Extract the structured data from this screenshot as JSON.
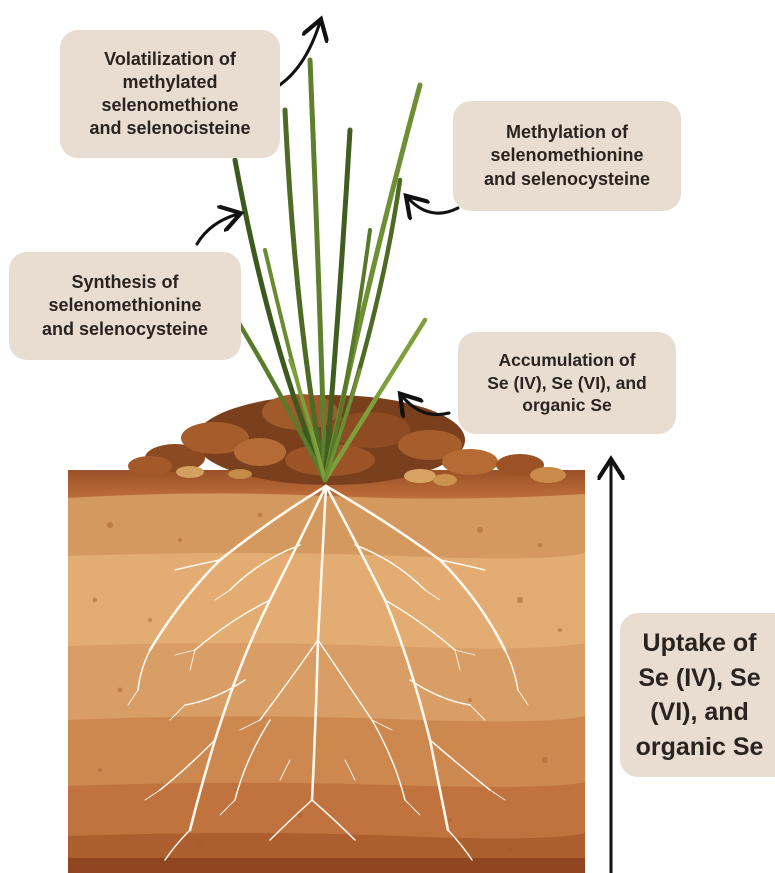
{
  "labels": {
    "volatilization": [
      "Volatilization of",
      "methylated",
      "selenomethione",
      "and selenocisteine"
    ],
    "methylation": [
      "Methylation of",
      "selenomethionine",
      "and selenocysteine"
    ],
    "synthesis": [
      "Synthesis of",
      "selenomethionine",
      "and selenocysteine"
    ],
    "accumulation": [
      "Accumulation of",
      "Se (IV), Se (VI), and",
      "organic Se"
    ],
    "uptake": [
      "Uptake of",
      "Se (IV), Se",
      "(VI), and",
      "organic Se"
    ]
  },
  "colors": {
    "label_background": "#e9ddd2",
    "label_text": "#2a2420",
    "arrow": "#111111",
    "grass_dark": "#3d5a1e",
    "grass_light": "#7ea03c",
    "root": "#fff8ee",
    "soil_layers": [
      "#b45f2d",
      "#d49a64",
      "#e3ad74",
      "#dba06a",
      "#cf8a52",
      "#c37540",
      "#b0602f",
      "#8f4620"
    ]
  },
  "icons": {
    "plant": "grass-tuft-icon",
    "roots": "root-system-icon",
    "arrows": "curved-arrow-icon"
  }
}
